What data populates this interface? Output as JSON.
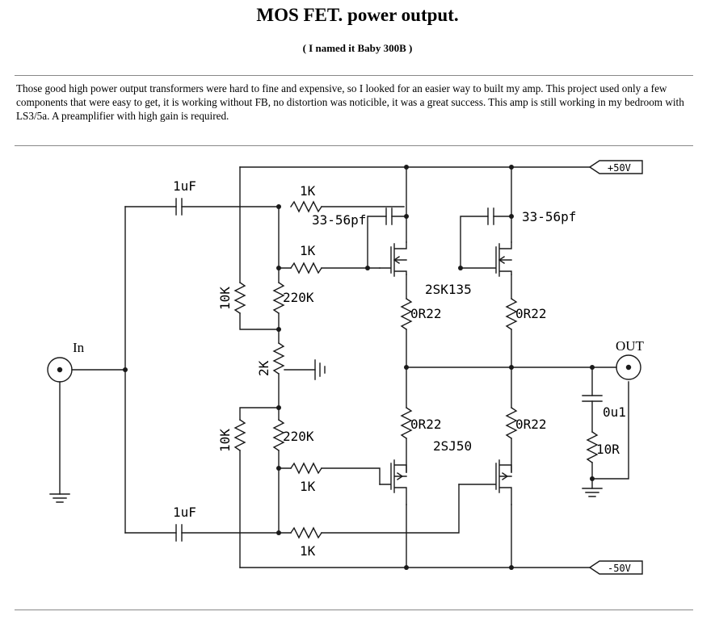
{
  "header": {
    "title": "MOS FET. power output.",
    "subtitle": "( I named it Baby 300B )"
  },
  "intro": {
    "text": "Those good high power output transformers were hard to fine and expensive, so I looked for an easier way to built my amp. This project used only a few components that were easy to get, it is working without FB, no distortion was noticible, it was a great success. This amp is still working in my bedroom with LS3/5a. A preamplifier with high gain is required."
  },
  "schematic": {
    "cap_in_top": "1uF",
    "cap_in_bottom": "1uF",
    "res_1k_top": "1K",
    "res_1k_upper_mid": "1K",
    "res_1k_lower_mid": "1K",
    "res_1k_bottom": "1K",
    "cap_fb_left": "33-56pf",
    "cap_fb_right": "33-56pf",
    "res_10k_top": "10K",
    "res_10k_bottom": "10K",
    "res_220k_top": "220K",
    "res_220k_bottom": "220K",
    "pot_2k": "2K",
    "res_0r22_top_left": "0R22",
    "res_0r22_top_right": "0R22",
    "res_0r22_bottom_left": "0R22",
    "res_0r22_bottom_right": "0R22",
    "nmos_part": "2SK135",
    "pmos_part": "2SJ50",
    "zobel_cap": "0u1",
    "zobel_res": "10R",
    "input_label": "In",
    "output_label": "OUT",
    "rail_positive": "+50V",
    "rail_negative": "-50V"
  },
  "colors": {
    "wire": "#1a1a1a",
    "rule": "#888888"
  }
}
